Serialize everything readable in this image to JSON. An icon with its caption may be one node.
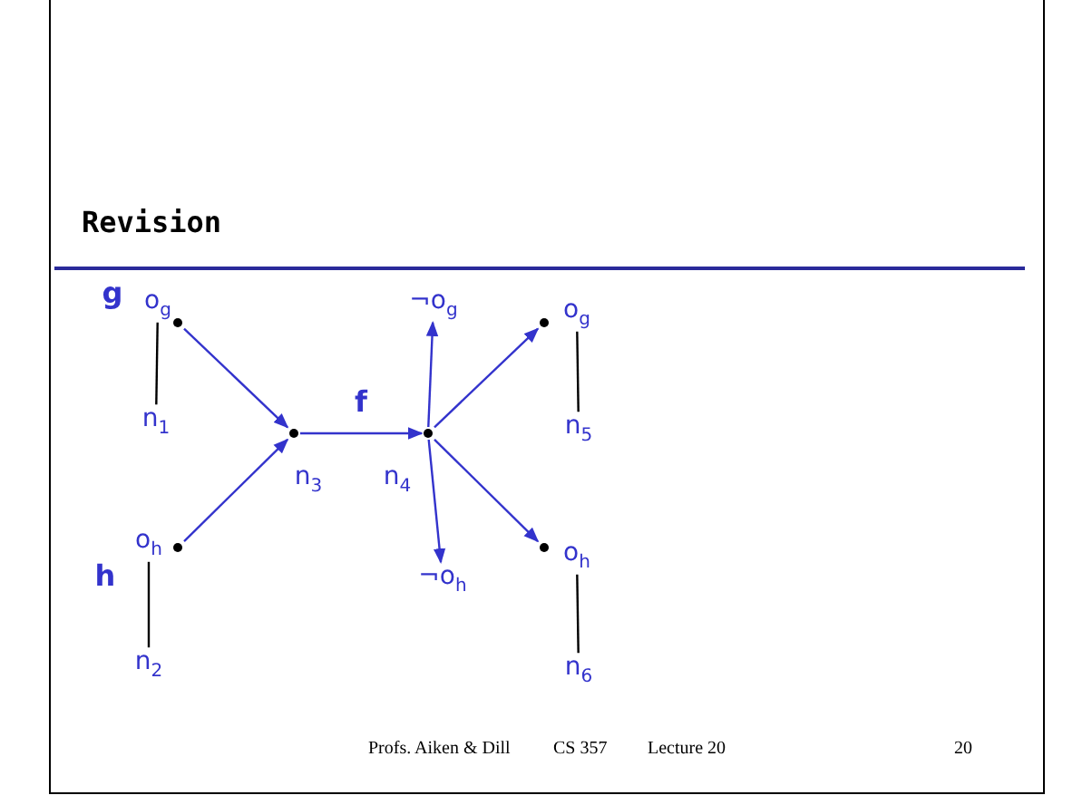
{
  "diagram": {
    "title": "Revision",
    "nodes": [
      {
        "text": [
          "o$_{g}$"
        ]
      },
      {
        "text": [
          "n$_{1}$"
        ]
      },
      {
        "text": [
          "o$_{h}$"
        ]
      },
      {
        "text": [
          "n$_{2}$"
        ]
      },
      {
        "text": [
          "¬o$_{g}$"
        ]
      },
      {
        "text": [
          "¬o$_{h}$"
        ]
      },
      {
        "text": [
          "o$_{g}$"
        ]
      },
      {
        "text": [
          "n$_{5}$"
        ]
      },
      {
        "text": [
          "o$_{h}$"
        ]
      },
      {
        "text": [
          "n$_{6}$"
        ]
      },
      {
        "text": [],
        "shape": "circle"
      },
      {
        "text": [],
        "shape": "circle"
      },
      {
        "text": [],
        "shape": "circle"
      },
      {
        "text": [],
        "shape": "circle"
      },
      {
        "text": [],
        "shape": "circle"
      },
      {
        "text": [],
        "shape": "circle"
      }
    ],
    "edges": [
      {
        "from": 0,
        "to": 1,
        "arrow": "none",
        "color": "#000000"
      },
      {
        "from": 2,
        "to": 3,
        "arrow": "none",
        "color": "#000000"
      },
      {
        "from": 6,
        "to": 7,
        "arrow": "none",
        "color": "#000000"
      },
      {
        "from": 8,
        "to": 9,
        "arrow": "none",
        "color": "#000000"
      },
      {
        "from": 10,
        "to": 12,
        "arrow": "to"
      },
      {
        "from": 11,
        "to": 12,
        "arrow": "to"
      },
      {
        "from": 12,
        "to": 13,
        "arrow": "to",
        "label": "f"
      },
      {
        "from": 13,
        "to": 4,
        "arrow": "to"
      },
      {
        "from": 13,
        "to": 5,
        "arrow": "to"
      },
      {
        "from": 13,
        "to": 14,
        "arrow": "to"
      },
      {
        "from": 13,
        "to": 15,
        "arrow": "to"
      }
    ],
    "labels": [
      "g",
      "h",
      "n$_{3}$",
      "n$_{4}$",
      "Profs. Aiken & Dill",
      "CS 357",
      "Lecture 20",
      "20"
    ]
  }
}
